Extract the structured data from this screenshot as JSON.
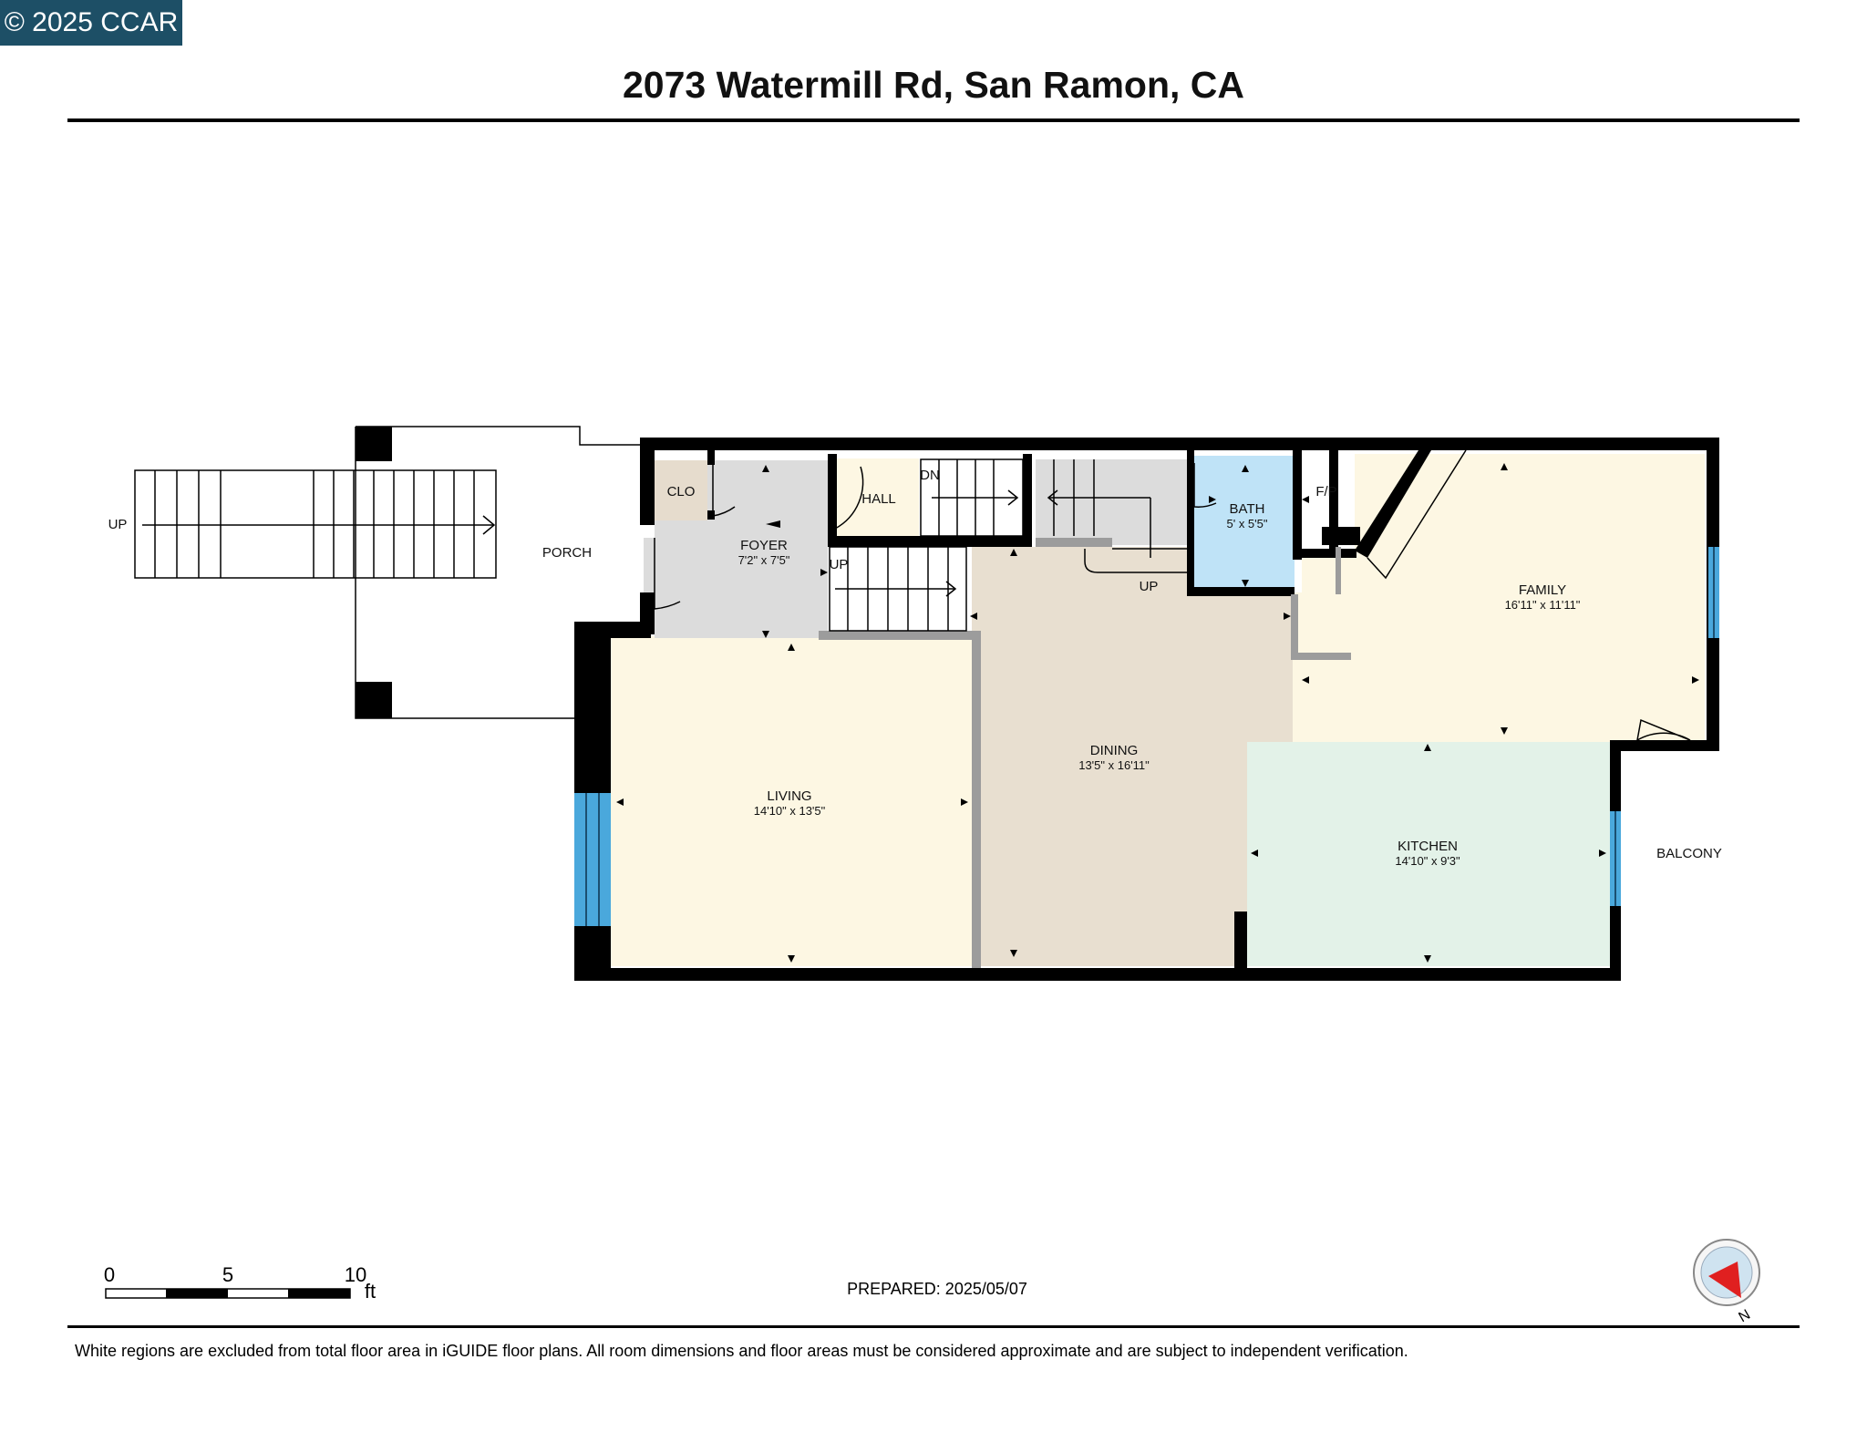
{
  "copyright": "© 2025 CCAR",
  "title": "2073 Watermill Rd, San Ramon, CA",
  "rooms": {
    "clo": {
      "name": "CLO"
    },
    "foyer": {
      "name": "FOYER",
      "dims": "7'2\" x 7'5\""
    },
    "hall": {
      "name": "HALL"
    },
    "bath": {
      "name": "BATH",
      "dims": "5' x 5'5\""
    },
    "fp": {
      "name": "F/P"
    },
    "family": {
      "name": "FAMILY",
      "dims": "16'11\" x 11'11\""
    },
    "living": {
      "name": "LIVING",
      "dims": "14'10\" x 13'5\""
    },
    "dining": {
      "name": "DINING",
      "dims": "13'5\" x 16'11\""
    },
    "kitchen": {
      "name": "KITCHEN",
      "dims": "14'10\" x 9'3\""
    },
    "porch": {
      "name": "PORCH"
    },
    "balcony": {
      "name": "BALCONY"
    }
  },
  "stair_labels": {
    "outside_up": "UP",
    "dn": "DN",
    "foyer_up": "UP",
    "dining_up": "UP"
  },
  "scale": {
    "zero": "0",
    "five": "5",
    "ten": "10",
    "unit": "ft"
  },
  "prepared": "PREPARED: 2025/05/07",
  "compass": {
    "north": "N"
  },
  "disclaimer": "White regions are excluded from total floor area in iGUIDE floor plans. All room dimensions and floor areas must be considered approximate and are subject to independent verification.",
  "colors": {
    "wall": "#000000",
    "living": "#fdf7e3",
    "family": "#fdf7e3",
    "dining": "#e8dfd0",
    "kitchen": "#e3f2e8",
    "foyer": "#dcdcdc",
    "bath": "#bfe3f7",
    "closet": "#e6dccd",
    "window": "#4aa8dc"
  }
}
